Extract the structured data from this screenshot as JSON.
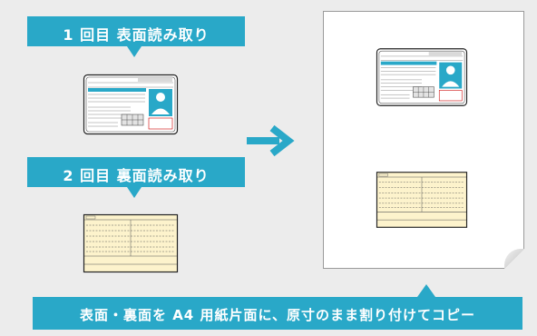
{
  "step1": {
    "label": "1 回目  表面読み取り"
  },
  "step2": {
    "label": "2 回目  裏面読み取り"
  },
  "result": {
    "label": "表面・裏面を A4 用紙片面に、原寸のまま割り付けてコピー"
  },
  "colors": {
    "accent": "#29a8c8",
    "card_back": "#fdf3cc",
    "background": "#ececec"
  },
  "icons": {
    "arrow": "right-arrow-icon"
  }
}
